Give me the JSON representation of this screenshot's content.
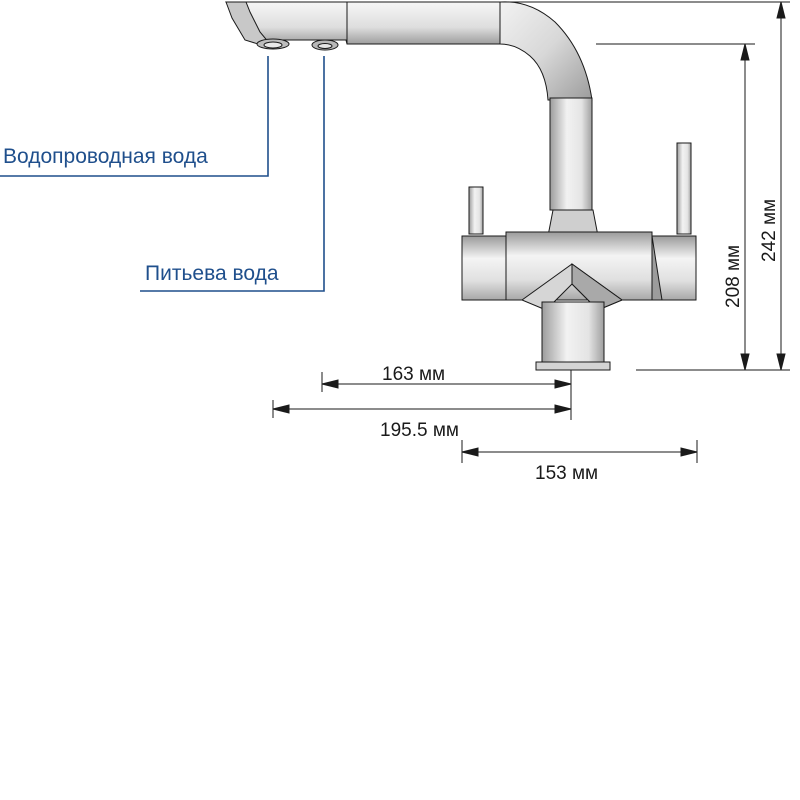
{
  "callouts": {
    "tap_water": "Водопроводная вода",
    "drinking_water": "Питьева вода"
  },
  "dimensions": {
    "d163": "163 мм",
    "d195": "195.5 мм",
    "d153": "153 мм",
    "h208": "208 мм",
    "h242": "242 мм"
  },
  "colors": {
    "callout": "#1f4f8c",
    "outline": "#1a1a1a",
    "fill_light": "#ffffff",
    "fill_mid": "#dcdcdc",
    "fill_dark": "#a9a9a9"
  }
}
